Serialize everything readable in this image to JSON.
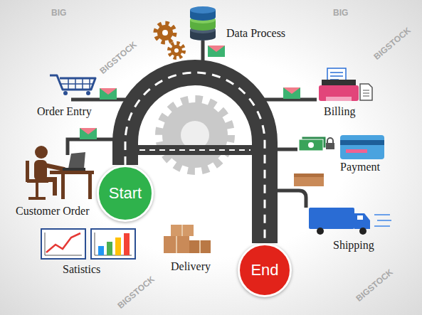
{
  "diagram": {
    "nodes": [
      {
        "text": [
          "Start"
        ]
      },
      {
        "text": [
          "End"
        ]
      }
    ],
    "edges": [
      {
        "from": 0,
        "to": 1,
        "arrow": "none"
      }
    ],
    "labels": [
      "Data Process",
      "Order Entry",
      "Billing",
      "Payment",
      "Customer Order",
      "Shipping",
      "Satistics",
      "Delivery",
      "BIG",
      "BIG",
      "BIGSTOCK",
      "BIGSTOCK",
      "BIGSTOCK",
      "BIGSTOCK"
    ]
  }
}
